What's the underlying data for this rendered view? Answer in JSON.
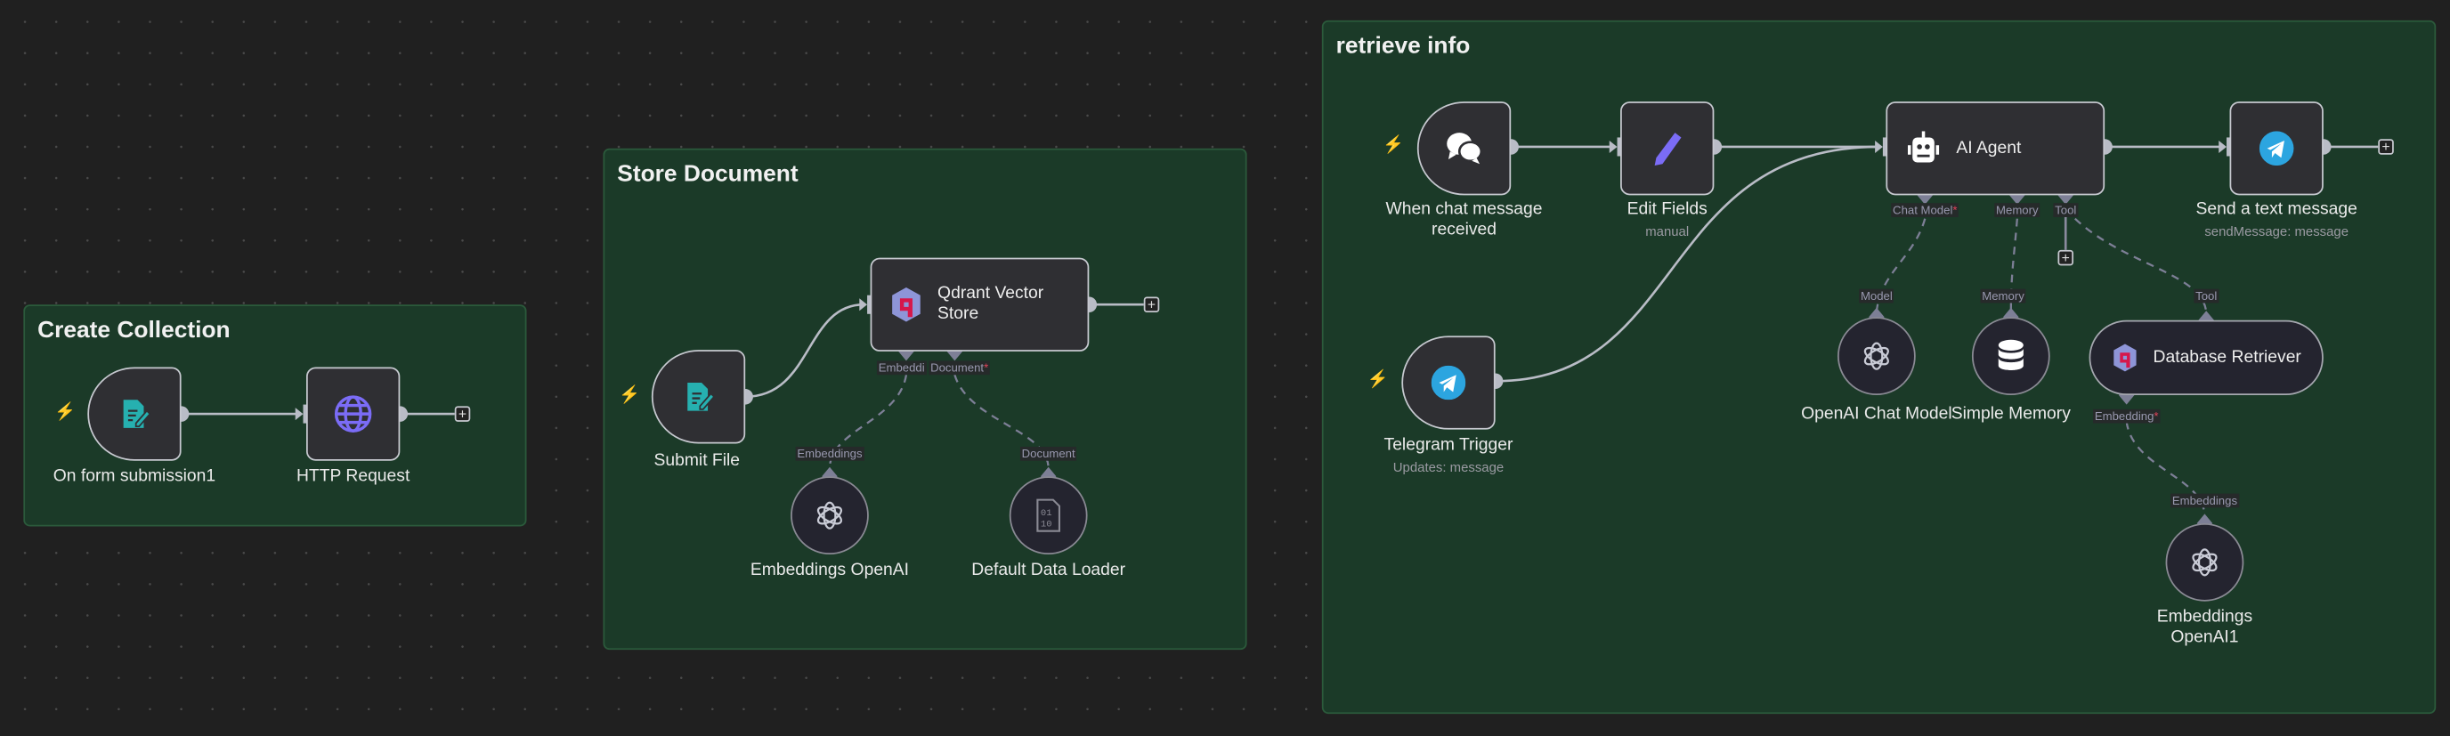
{
  "colors": {
    "canvas": "#202020",
    "group": "#1b3a28",
    "trigger_bolt": "#e9493a",
    "form_icon": "#26b0b0",
    "http_icon": "#7b6cf6",
    "telegram": "#2ca5e0",
    "required": "#e0435a"
  },
  "groups": [
    {
      "title": "Create Collection"
    },
    {
      "title": "Store Document"
    },
    {
      "title": "retrieve info"
    }
  ],
  "create_collection": {
    "form": {
      "label": "On form submission1",
      "icon": "form-icon"
    },
    "http": {
      "label": "HTTP Request",
      "icon": "globe-icon"
    }
  },
  "store_document": {
    "submit": {
      "label": "Submit File",
      "icon": "form-icon"
    },
    "qdrant": {
      "label": "Qdrant Vector Store",
      "icon": "qdrant-icon",
      "handles": [
        "Embeddi",
        "Document"
      ]
    },
    "embeddings": {
      "label": "Embeddings OpenAI",
      "handle": "Embeddings",
      "icon": "openai-icon"
    },
    "loader": {
      "label": "Default Data Loader",
      "handle": "Document",
      "icon": "binary-file-icon"
    }
  },
  "retrieve_info": {
    "chat": {
      "label_line1": "When chat message",
      "label_line2": "received",
      "icon": "chat-icon"
    },
    "edit": {
      "label": "Edit Fields",
      "sub": "manual",
      "icon": "pencil-icon"
    },
    "agent": {
      "label": "AI Agent",
      "icon": "robot-icon",
      "handles": [
        "Chat Model",
        "Memory",
        "Tool"
      ],
      "required_mark": "*"
    },
    "send": {
      "label": "Send a text message",
      "sub": "sendMessage: message",
      "icon": "telegram-icon"
    },
    "telegram_trigger": {
      "label": "Telegram Trigger",
      "sub": "Updates: message",
      "icon": "telegram-icon"
    },
    "chat_model": {
      "label": "OpenAI Chat Model",
      "handle": "Model",
      "icon": "openai-icon"
    },
    "memory": {
      "label": "Simple Memory",
      "handle": "Memory",
      "icon": "database-icon"
    },
    "retriever": {
      "label": "Database Retriever",
      "handle_top": "Tool",
      "handle_bottom": "Embedding",
      "icon": "qdrant-icon"
    },
    "embeddings1": {
      "label_line1": "Embeddings",
      "label_line2": "OpenAI1",
      "handle": "Embeddings",
      "icon": "openai-icon"
    }
  }
}
